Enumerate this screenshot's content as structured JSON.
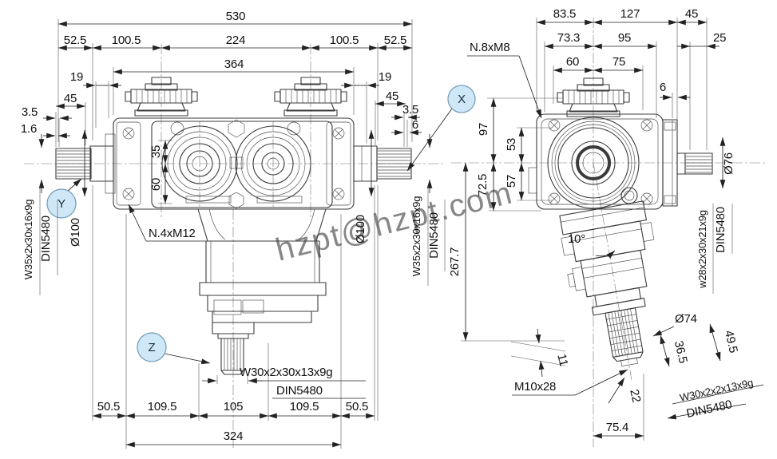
{
  "watermark": "hzpt@hzpt.com",
  "colors": {
    "line": "#3b3b3b",
    "dim": "#222222",
    "balloon_fill": "#cfe8f7",
    "balloon_stroke": "#6f9cba",
    "watermark": "#9fc4e2"
  },
  "balloons": {
    "x": "X",
    "y": "Y",
    "z": "Z"
  },
  "front": {
    "total_width": "530",
    "seg_52_5_l": "52.5",
    "seg_100_5_l": "100.5",
    "seg_224": "224",
    "seg_100_5_r": "100.5",
    "seg_52_5_r": "52.5",
    "body_width": "364",
    "l19": "19",
    "l45": "45",
    "l3_5": "3.5",
    "l1_6": "1.6",
    "r19": "19",
    "r45": "45",
    "r3_5": "3.5",
    "r6": "6",
    "i35": "35",
    "i60": "60",
    "bolt_note": "N.4xM12",
    "spline_l": "W35x2x30x16x9g",
    "din_l": "DIN5480",
    "dia_l": "Ø100",
    "spline_r": "W35x2x30x16x9g",
    "din_r": "DIN5480",
    "dia_r": "Ø100",
    "spline_out": "W30x2x30x13x9g",
    "din_out": "DIN5480",
    "b50_5_l": "50.5",
    "b109_5_l": "109.5",
    "b105": "105",
    "b109_5_r": "109.5",
    "b50_5_r": "50.5",
    "b324": "324"
  },
  "side": {
    "t83_5": "83.5",
    "t127": "127",
    "t45": "45",
    "t73_3": "73.3",
    "t95": "95",
    "t25": "25",
    "t60": "60",
    "t75": "75",
    "t6": "6",
    "bolt_note": "N.8xM8",
    "v97": "97",
    "v53": "53",
    "v57": "57",
    "v72_5": "72.5",
    "v267_7": "267.7",
    "dia_r": "Ø76",
    "spline_r": "w28x2x30x21x9g",
    "din_r": "DIN5480",
    "angle": "10°",
    "dia_out": "Ø74",
    "o49_5": "49.5",
    "o36_5": "36.5",
    "o11": "11",
    "thread": "M10x28",
    "o22": "22",
    "o75_4": "75.4",
    "spline_out": "W30x2x2x13x9g",
    "din_out": "DIN5480"
  }
}
